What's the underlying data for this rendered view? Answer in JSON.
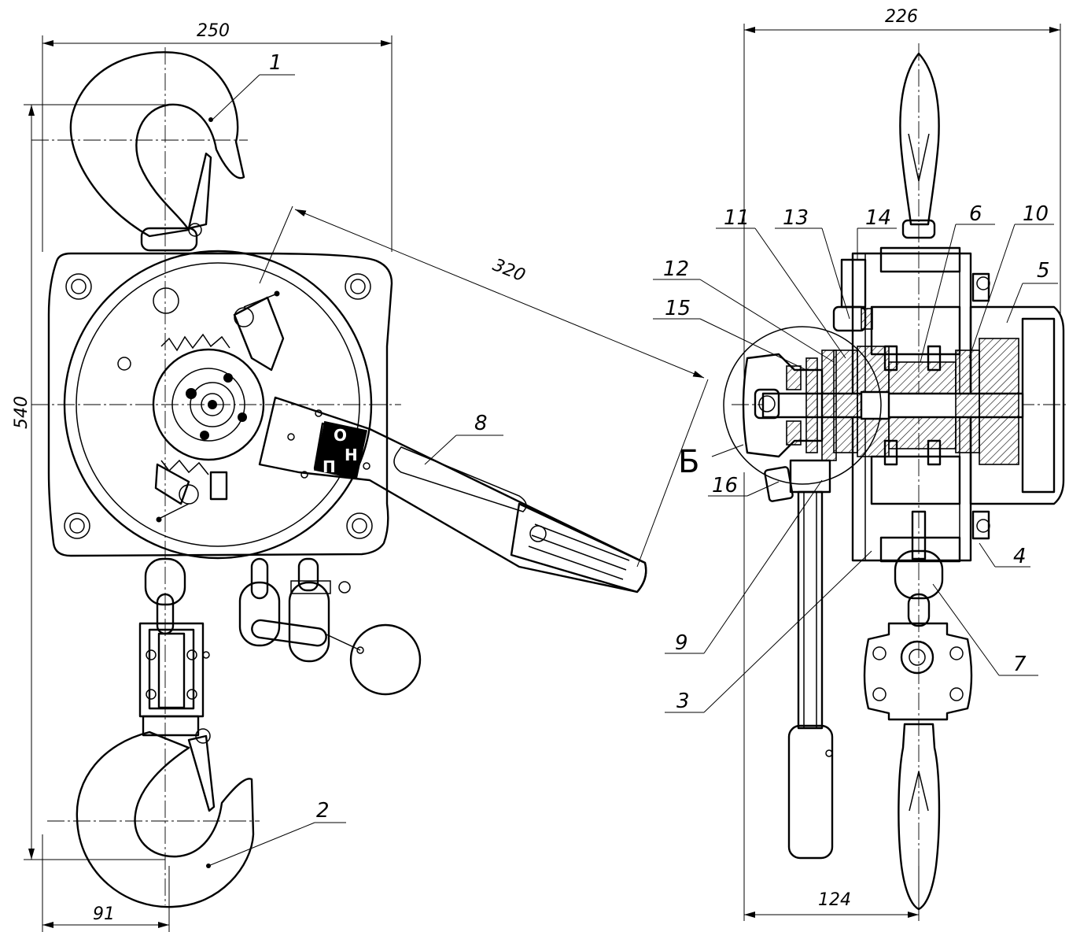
{
  "dimensions": {
    "overall_width": "250",
    "overall_height": "540",
    "lever_length": "320",
    "hook_offset": "91",
    "side_width": "226",
    "side_depth": "124"
  },
  "section_label": "Б",
  "handle_markings": {
    "top": "О",
    "right": "Н",
    "bottom": "П"
  },
  "callouts": [
    "1",
    "2",
    "3",
    "4",
    "5",
    "6",
    "7",
    "8",
    "9",
    "10",
    "11",
    "12",
    "13",
    "14",
    "15",
    "16"
  ]
}
